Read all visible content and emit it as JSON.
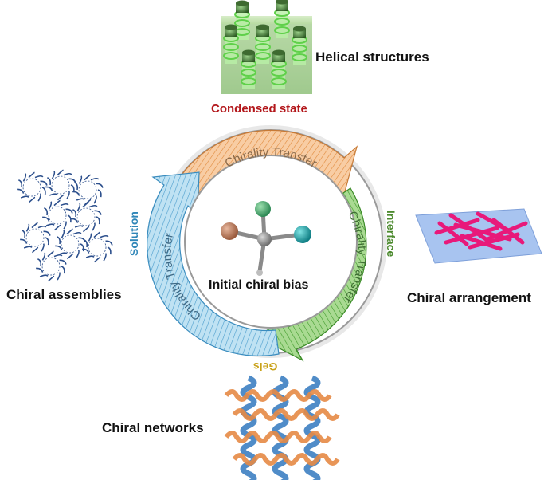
{
  "center_label": "Initial chiral bias",
  "arrow_labels": [
    "Chirality Transfer",
    "Chirality Transfer",
    "Chirality Transfer"
  ],
  "states": {
    "condensed": {
      "label": "Condensed state",
      "color": "#b3171b"
    },
    "interface": {
      "label": "Interface",
      "color": "#4c8a2e"
    },
    "gels": {
      "label": "Gels",
      "color": "#c9a21a"
    },
    "solution": {
      "label": "Solution",
      "color": "#2f86b8"
    }
  },
  "outcomes": {
    "helical": "Helical structures",
    "arrangement": "Chiral arrangement",
    "networks": "Chiral networks",
    "assemblies": "Chiral assemblies"
  },
  "colors": {
    "orange_arrow": "#f4b27a",
    "green_arrow": "#5fb04a",
    "blue_arrow": "#6fb7dd",
    "ring_gray": "#9a9a9a"
  }
}
